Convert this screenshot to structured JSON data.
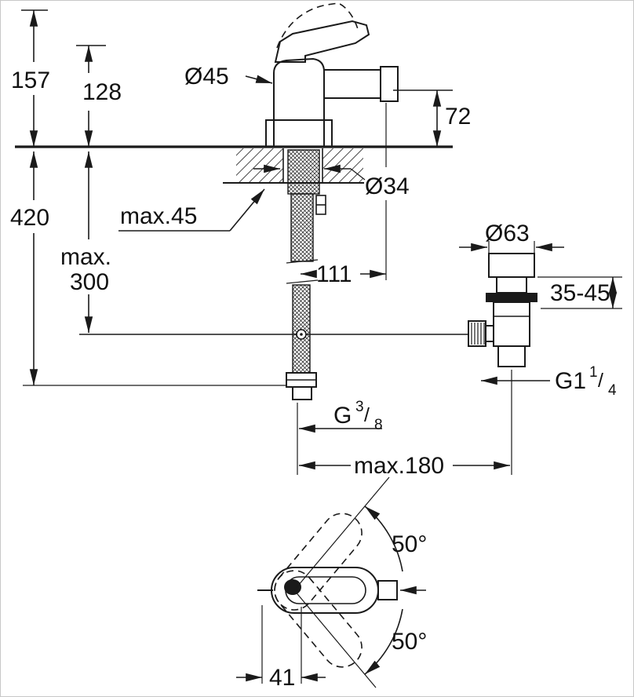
{
  "colors": {
    "line": "#1a1a1a",
    "background": "#ffffff"
  },
  "side_view": {
    "height_total": "157",
    "height_to_spout_base": "128",
    "body_diameter": "Ø45",
    "spout_height": "72",
    "hose_length": "420",
    "deck_thickness_max": "max.45",
    "hole_diameter": "Ø34",
    "rod_length_max_line1": "max.",
    "rod_length_max_line2": "300",
    "spout_projection": "111",
    "waste_flange_diameter": "Ø63",
    "waste_deck_range": "35-45",
    "waste_thread": {
      "base": "G1",
      "numerator": "1",
      "slash": "/",
      "denominator": "4"
    },
    "hose_thread": {
      "base": "G",
      "numerator": "3",
      "slash": "/",
      "denominator": "8"
    },
    "rod_distance_max": "max.180"
  },
  "top_view": {
    "handle_swing_upper": "50°",
    "handle_swing_lower": "50°",
    "handle_offset": "41"
  }
}
